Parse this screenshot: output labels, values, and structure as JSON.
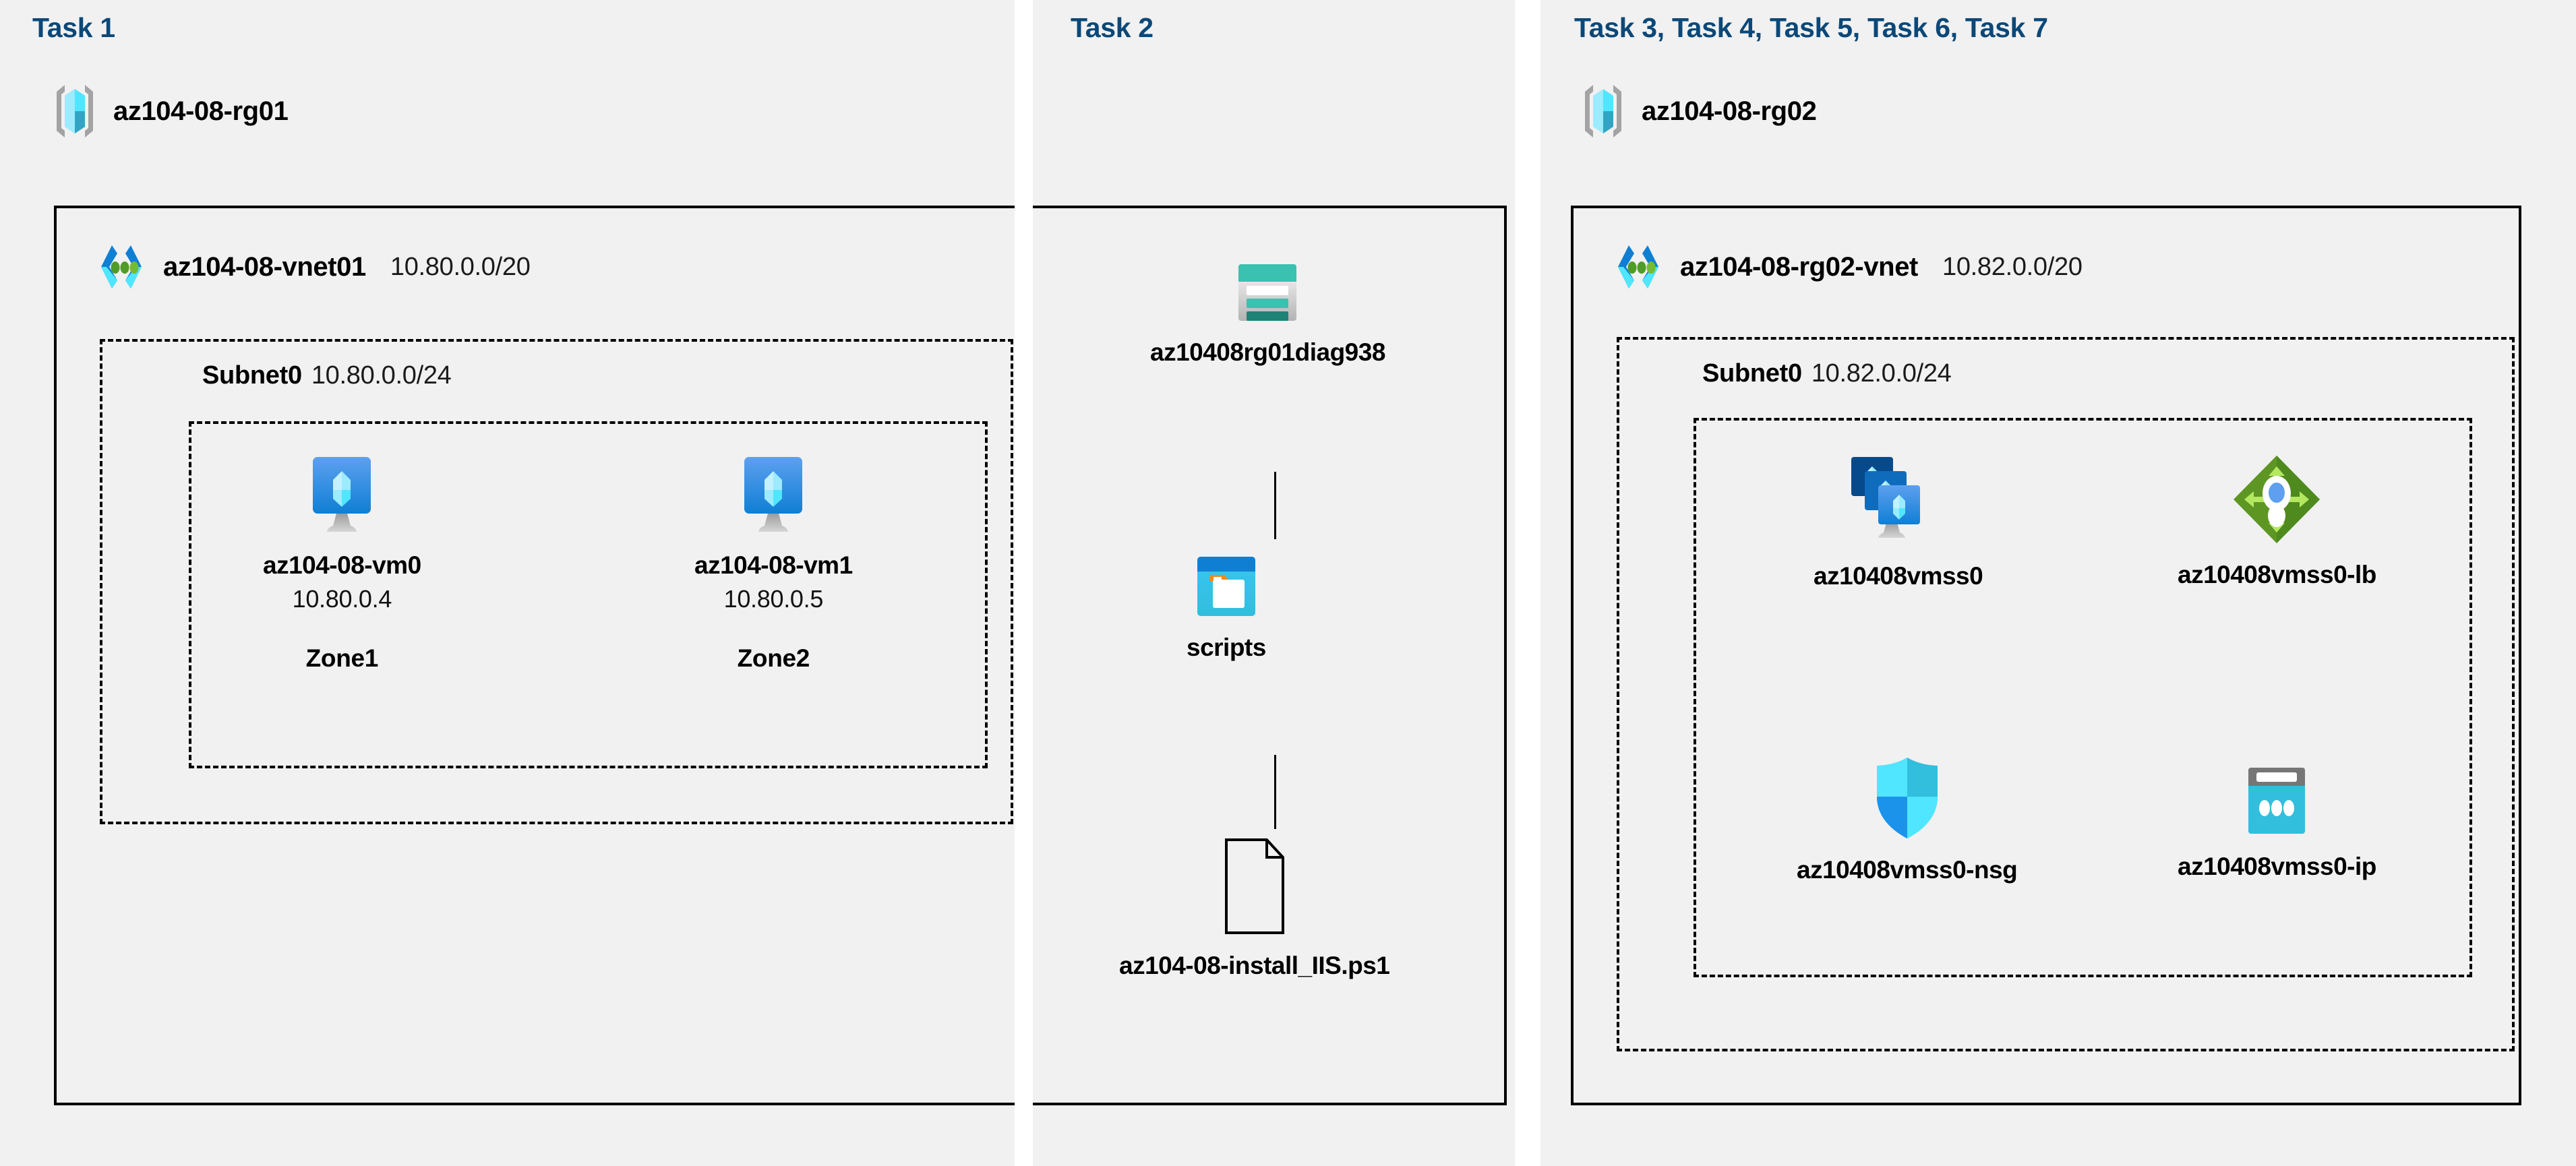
{
  "colors": {
    "panel_bg": "#f1f1f1",
    "page_bg": "#ffffff",
    "task_title": "#0b4878",
    "box_border": "#000000",
    "azure_blue": "#0078d4",
    "azure_cyan": "#50e6ff",
    "storage_teal": "#3ac1b0",
    "lb_green": "#6bb52a",
    "nsg_blue": "#32bedd"
  },
  "panels": [
    {
      "id": "task1",
      "title": "Task 1"
    },
    {
      "id": "task2",
      "title": "Task 2"
    },
    {
      "id": "task3",
      "title": "Task 3, Task 4, Task 5, Task 6, Task 7"
    }
  ],
  "task1": {
    "title": "Task 1",
    "resource_group": {
      "name": "az104-08-rg01",
      "icon": "resource-group-icon"
    },
    "vnet": {
      "name": "az104-08-vnet01",
      "cidr": "10.80.0.0/20",
      "icon": "virtual-network-icon"
    },
    "subnet": {
      "name": "Subnet0",
      "cidr": "10.80.0.0/24"
    },
    "vms": [
      {
        "name": "az104-08-vm0",
        "ip": "10.80.0.4",
        "zone": "Zone1",
        "icon": "virtual-machine-icon"
      },
      {
        "name": "az104-08-vm1",
        "ip": "10.80.0.5",
        "zone": "Zone2",
        "icon": "virtual-machine-icon"
      }
    ]
  },
  "task2": {
    "title": "Task 2",
    "items": [
      {
        "name": "az10408rg01diag938",
        "icon": "storage-account-icon"
      },
      {
        "name": "scripts",
        "icon": "blob-container-icon"
      },
      {
        "name": "az104-08-install_IIS.ps1",
        "icon": "file-icon"
      }
    ]
  },
  "task3": {
    "title": "Task 3, Task 4, Task 5, Task 6, Task 7",
    "resource_group": {
      "name": "az104-08-rg02",
      "icon": "resource-group-icon"
    },
    "vnet": {
      "name": "az104-08-rg02-vnet",
      "cidr": "10.82.0.0/20",
      "icon": "virtual-network-icon"
    },
    "subnet": {
      "name": "Subnet0",
      "cidr": "10.82.0.0/24"
    },
    "resources": [
      {
        "name": "az10408vmss0",
        "icon": "vm-scale-set-icon"
      },
      {
        "name": "az10408vmss0-lb",
        "icon": "load-balancer-icon"
      },
      {
        "name": "az10408vmss0-nsg",
        "icon": "network-security-group-icon"
      },
      {
        "name": "az10408vmss0-ip",
        "icon": "public-ip-address-icon"
      }
    ]
  }
}
